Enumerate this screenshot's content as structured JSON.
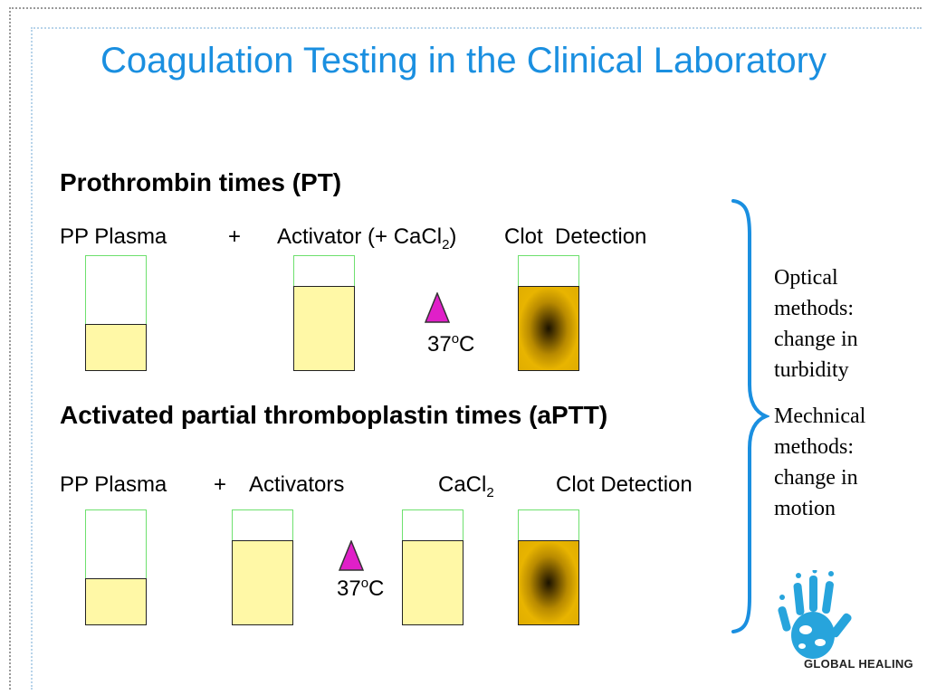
{
  "title": "Coagulation Testing in the Clinical Laboratory",
  "pt": {
    "heading": "Prothrombin times (PT)",
    "label_plasma": "PP Plasma",
    "label_plus": "+",
    "label_activator_a": "Activator (+ CaCl",
    "label_activator_sub": "2",
    "label_activator_b": ")",
    "label_clot": "Clot  Detection",
    "temp_value": "37",
    "temp_sup": "o",
    "temp_unit": "C"
  },
  "aptt": {
    "heading": "Activated partial thromboplastin times (aPTT)",
    "label_plasma": "PP Plasma",
    "label_plus": "+",
    "label_activators": "Activators",
    "label_cacl": "CaCl",
    "label_cacl_sub": "2",
    "label_clot": "Clot Detection",
    "temp_value": "37",
    "temp_sup": "o",
    "temp_unit": "C"
  },
  "methods": {
    "optical": [
      "Optical",
      "methods:",
      "change in",
      "turbidity"
    ],
    "mechanical": [
      "Mechnical",
      "methods:",
      "change in",
      "motion"
    ]
  },
  "logo": {
    "text": "GLOBAL HEALING"
  },
  "colors": {
    "title": "#1a8fe0",
    "tube_border": "#6ee06e",
    "liquid": "#fff8a6",
    "clot": "#e0ad00",
    "triangle": "#e020c8",
    "brace": "#1a8fe0"
  }
}
